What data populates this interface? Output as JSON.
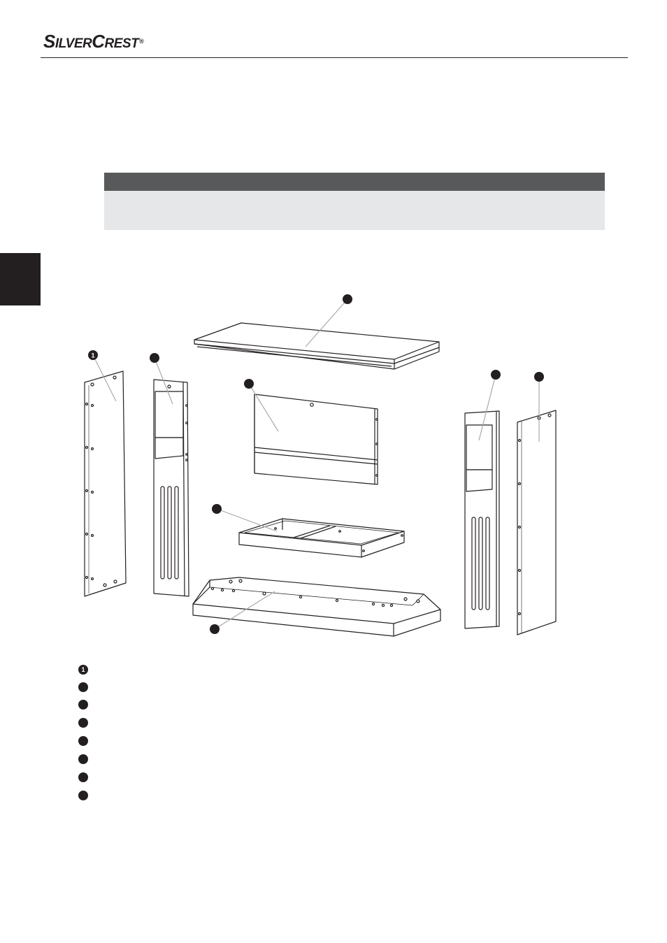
{
  "header": {
    "brand_part1": "S",
    "brand_part2": "ILVER",
    "brand_part3": "C",
    "brand_part4": "REST",
    "brand_mark": "®"
  },
  "diagram": {
    "callouts": [
      {
        "id": "callout-1",
        "label": "1"
      },
      {
        "id": "callout-2",
        "label": ""
      },
      {
        "id": "callout-3",
        "label": ""
      },
      {
        "id": "callout-4",
        "label": ""
      },
      {
        "id": "callout-5",
        "label": ""
      },
      {
        "id": "callout-6",
        "label": ""
      },
      {
        "id": "callout-7",
        "label": ""
      },
      {
        "id": "callout-8",
        "label": ""
      }
    ]
  },
  "legend": {
    "items": [
      {
        "marker": "1"
      },
      {
        "marker": ""
      },
      {
        "marker": ""
      },
      {
        "marker": ""
      },
      {
        "marker": ""
      },
      {
        "marker": ""
      },
      {
        "marker": ""
      },
      {
        "marker": ""
      }
    ]
  },
  "colors": {
    "ink": "#231f20",
    "note_header": "#58595b",
    "note_body": "#e6e7e8",
    "leader_line": "#a7a9ac"
  }
}
